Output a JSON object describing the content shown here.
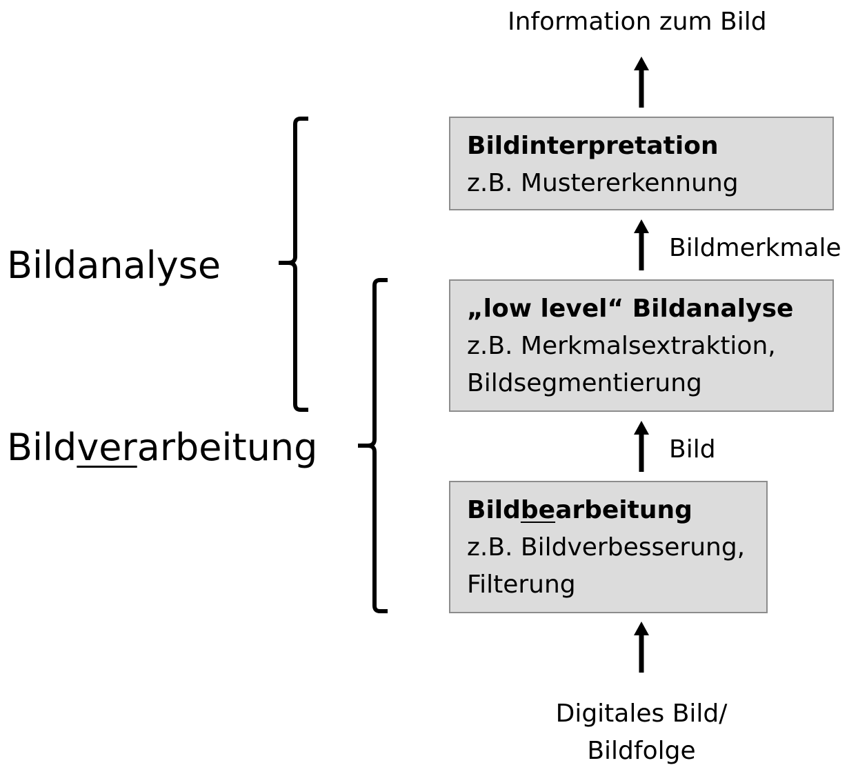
{
  "output_label": "Information zum Bild",
  "stages": [
    {
      "title": "Bildinterpretation",
      "lines": [
        "z.B. Mustererkennung"
      ]
    },
    {
      "title": "„low level“ Bildanalyse",
      "lines": [
        "z.B. Merkmalsextraktion,",
        "Bildsegmentierung"
      ]
    },
    {
      "title_parts": [
        "Bild",
        "be",
        "arbeitung"
      ],
      "lines": [
        "z.B. Bildverbesserung,",
        "Filterung"
      ]
    }
  ],
  "edge_labels": {
    "between_lowlevel_and_interpretation": "Bildmerkmale",
    "between_bearbeitung_and_lowlevel": "Bild"
  },
  "input_label": [
    "Digitales Bild/",
    "Bildfolge"
  ],
  "brackets": {
    "analyse": "Bildanalyse",
    "verarbeitung_parts": [
      "Bild",
      "ver",
      "arbeitung"
    ]
  },
  "colors": {
    "box_fill": "#dcdcdc",
    "box_border": "#8c8c8c",
    "line": "#000000"
  }
}
